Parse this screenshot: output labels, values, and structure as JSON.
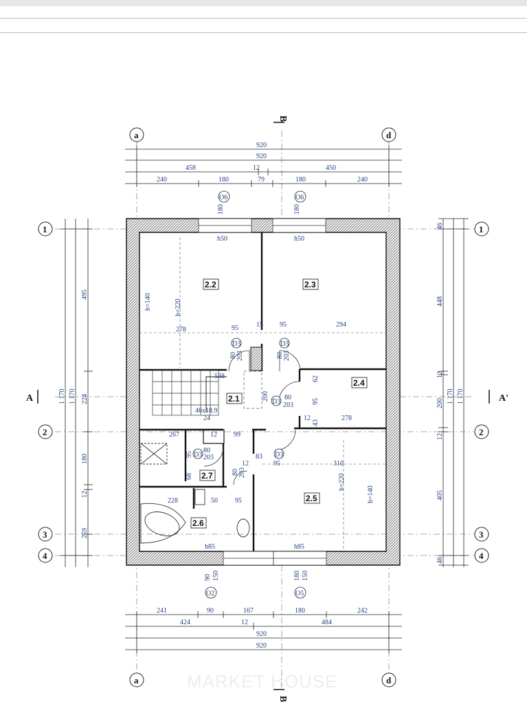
{
  "grid_axes": {
    "letters": [
      "a",
      "d"
    ],
    "numbers": [
      "1",
      "2",
      "3",
      "4"
    ]
  },
  "section_marks": [
    "A",
    "A'",
    "B",
    "B"
  ],
  "rooms": [
    "2.1",
    "2.2",
    "2.3",
    "2.4",
    "2.5",
    "2.6",
    "2.7"
  ],
  "top_dims": {
    "row1": [
      "920"
    ],
    "row2": [
      "920"
    ],
    "row3": [
      "458",
      "12",
      "450"
    ],
    "row4": [
      "240",
      "180",
      "79",
      "180",
      "240"
    ]
  },
  "bottom_dims": {
    "row1": [
      "241",
      "90",
      "167",
      "180",
      "242"
    ],
    "row2": [
      "424",
      "12",
      "484"
    ],
    "row3": [
      "920"
    ],
    "row4": [
      "920"
    ]
  },
  "left_dims": [
    "495",
    "224",
    "180",
    "12",
    "259",
    "1 170",
    "1 170"
  ],
  "right_dims": [
    "46",
    "448",
    "12",
    "200",
    "12",
    "405",
    "46",
    "1 170",
    "1 170"
  ],
  "interior_dims": [
    "278",
    "95",
    "15",
    "95",
    "294",
    "538",
    "200",
    "62",
    "95",
    "278",
    "12",
    "267",
    "12",
    "99",
    "95",
    "12",
    "83",
    "95",
    "310",
    "68",
    "228",
    "50",
    "95",
    "46x18.9",
    "24",
    "43"
  ],
  "window_labels": [
    "O6",
    "O6",
    "O2",
    "O5"
  ],
  "window_dims": [
    "180",
    "180",
    "90",
    "150",
    "180",
    "150"
  ],
  "door_labels": [
    "D3",
    "D3",
    "D3",
    "D3",
    "D3"
  ],
  "door_dims": [
    "80",
    "203",
    "80",
    "203",
    "80",
    "203",
    "80",
    "203",
    "80",
    "203"
  ],
  "height_marks": [
    "h=140",
    "h=220",
    "h=220",
    "h=140"
  ],
  "sill_marks": [
    "h50",
    "h50",
    "h85",
    "h85"
  ],
  "watermark": "MARKET HOUSE"
}
